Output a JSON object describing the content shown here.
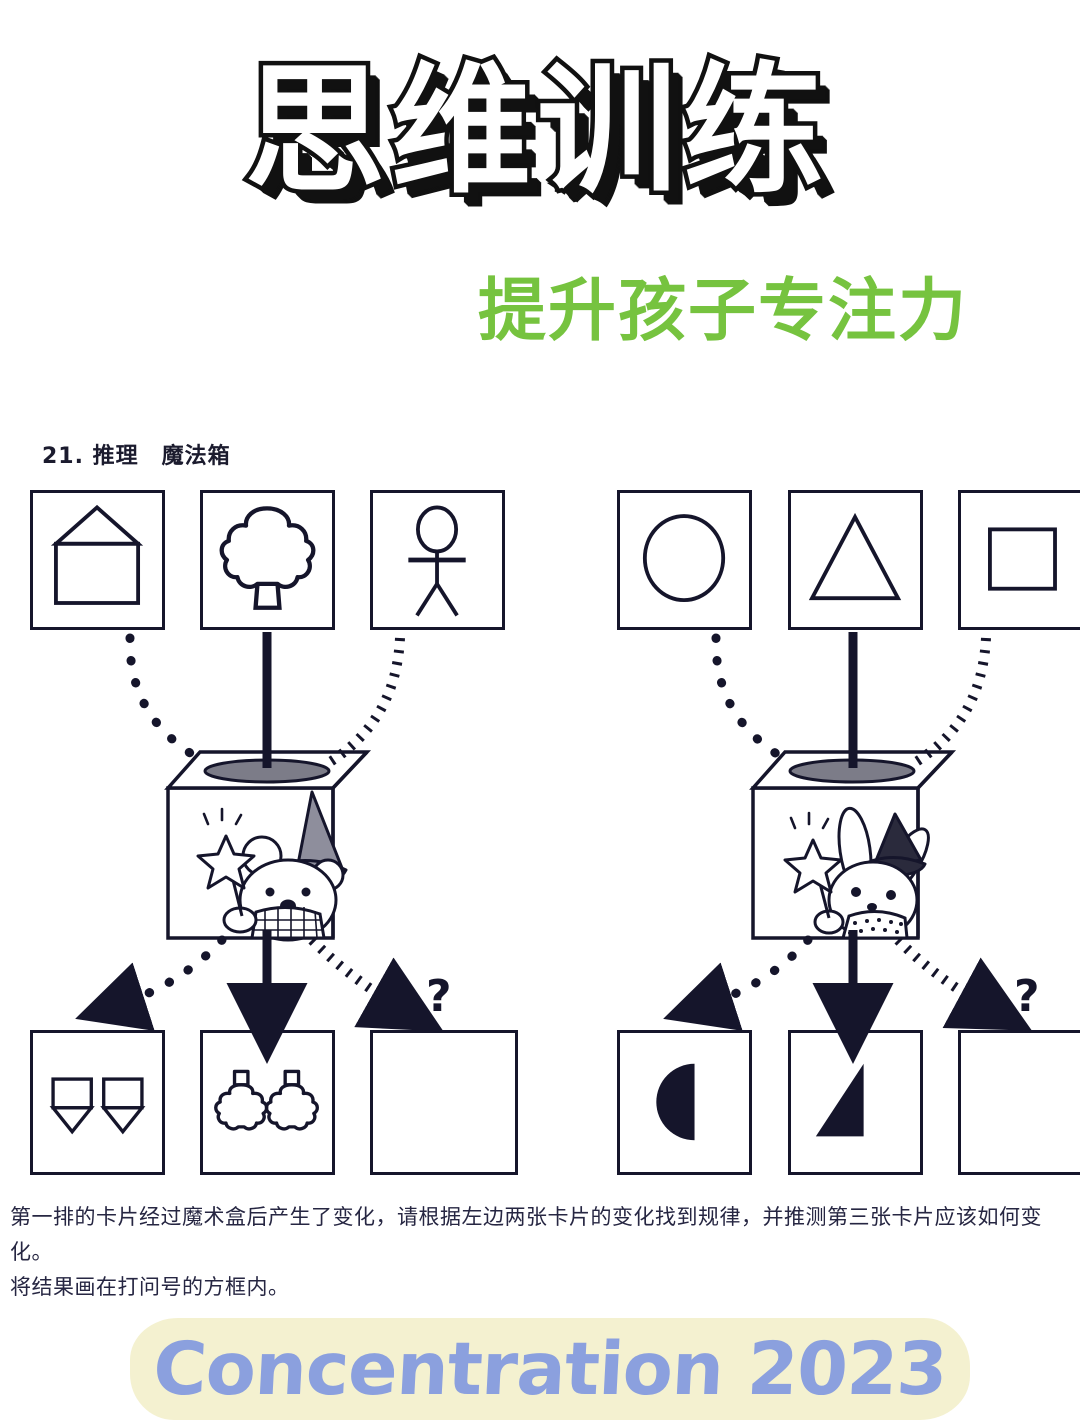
{
  "header": {
    "main_title": "思维训练",
    "sub_title": "提升孩子专注力",
    "title_color": "#111111",
    "sub_title_color": "#76c33f"
  },
  "worksheet": {
    "exercise_title": "21. 推理　魔法箱",
    "question_mark": "?",
    "instruction_line1": "第一排的卡片经过魔术盒后产生了变化，请根据左边两张卡片的变化找到规律，并推测第三张卡片应该如何变化。",
    "instruction_line2": "将结果画在打问号的方框内。",
    "left_puzzle": {
      "input_cards": [
        {
          "icon": "house-icon",
          "label": "房子"
        },
        {
          "icon": "tree-icon",
          "label": "树"
        },
        {
          "icon": "stick-figure-icon",
          "label": "小人"
        }
      ],
      "magic_box": {
        "icon": "magic-box-bear-icon",
        "label": "魔法箱 小熊魔法师"
      },
      "output_cards": [
        {
          "icon": "two-inverted-houses-icon",
          "label": "两个倒置房子"
        },
        {
          "icon": "two-inverted-trees-icon",
          "label": "两棵倒置树"
        },
        {
          "icon": "empty-answer-icon",
          "label": ""
        }
      ]
    },
    "right_puzzle": {
      "input_cards": [
        {
          "icon": "circle-icon",
          "label": "圆形"
        },
        {
          "icon": "triangle-icon",
          "label": "三角形"
        },
        {
          "icon": "square-icon",
          "label": "正方形"
        }
      ],
      "magic_box": {
        "icon": "magic-box-rabbit-icon",
        "label": "魔法箱 小兔魔法师"
      },
      "output_cards": [
        {
          "icon": "half-filled-circle-icon",
          "label": "半圆填充"
        },
        {
          "icon": "half-filled-triangle-icon",
          "label": "半三角填充"
        },
        {
          "icon": "empty-answer-icon",
          "label": ""
        }
      ]
    }
  },
  "footer": {
    "banner_text": "Concentration 2023",
    "banner_bg": "#f4f1d0",
    "banner_text_color": "#8ba0de"
  }
}
